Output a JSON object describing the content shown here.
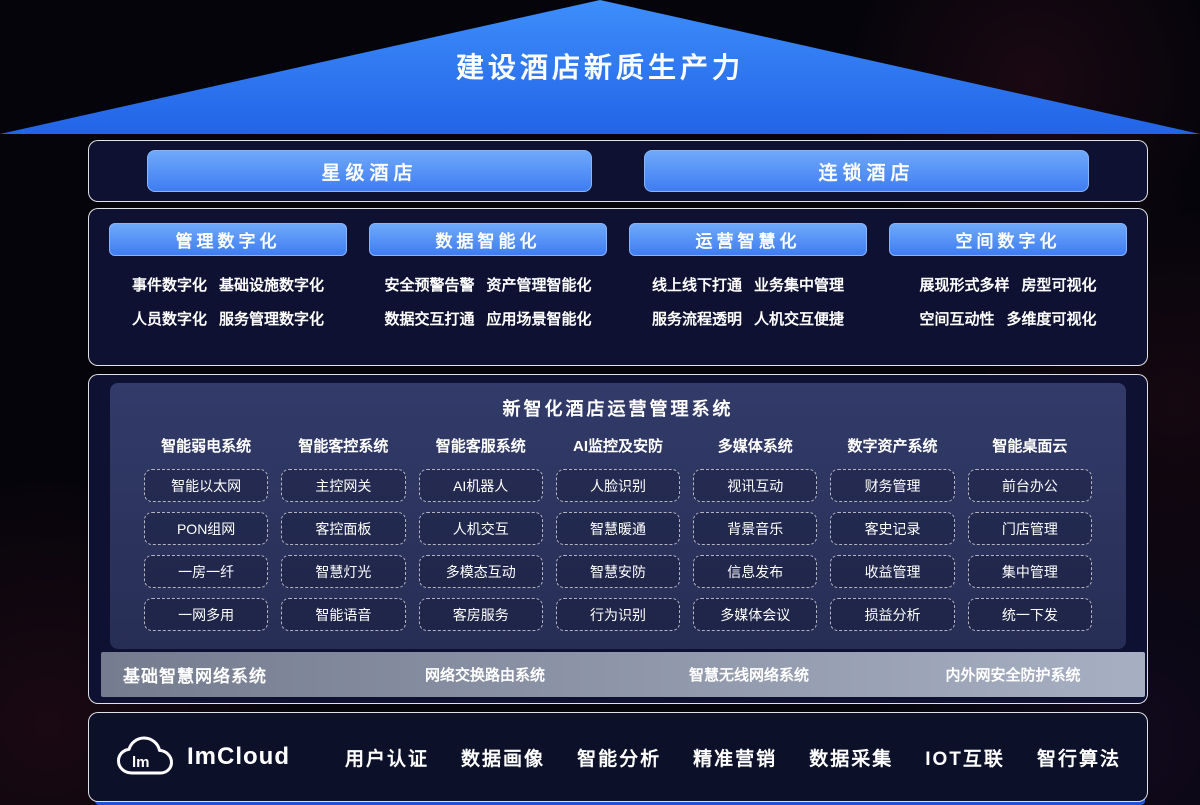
{
  "roof": {
    "title": "建设酒店新质生产力"
  },
  "hotel_types": [
    {
      "label": "星级酒店"
    },
    {
      "label": "连锁酒店"
    }
  ],
  "categories": [
    {
      "label": "管理数字化",
      "rows": [
        [
          "事件数字化",
          "基础设施数字化"
        ],
        [
          "人员数字化",
          "服务管理数字化"
        ]
      ]
    },
    {
      "label": "数据智能化",
      "rows": [
        [
          "安全预警告警",
          "资产管理智能化"
        ],
        [
          "数据交互打通",
          "应用场景智能化"
        ]
      ]
    },
    {
      "label": "运营智慧化",
      "rows": [
        [
          "线上线下打通",
          "业务集中管理"
        ],
        [
          "服务流程透明",
          "人机交互便捷"
        ]
      ]
    },
    {
      "label": "空间数字化",
      "rows": [
        [
          "展现形式多样",
          "房型可视化"
        ],
        [
          "空间互动性",
          "多维度可视化"
        ]
      ]
    }
  ],
  "systems": {
    "title": "新智化酒店运营管理系统",
    "columns": [
      {
        "header": "智能弱电系统",
        "items": [
          "智能以太网",
          "PON组网",
          "一房一纤",
          "一网多用"
        ]
      },
      {
        "header": "智能客控系统",
        "items": [
          "主控网关",
          "客控面板",
          "智慧灯光",
          "智能语音"
        ]
      },
      {
        "header": "智能客服系统",
        "items": [
          "AI机器人",
          "人机交互",
          "多模态互动",
          "客房服务"
        ]
      },
      {
        "header": "AI监控及安防",
        "items": [
          "人脸识别",
          "智慧暖通",
          "智慧安防",
          "行为识别"
        ]
      },
      {
        "header": "多媒体系统",
        "items": [
          "视讯互动",
          "背景音乐",
          "信息发布",
          "多媒体会议"
        ]
      },
      {
        "header": "数字资产系统",
        "items": [
          "财务管理",
          "客史记录",
          "收益管理",
          "损益分析"
        ]
      },
      {
        "header": "智能桌面云",
        "items": [
          "前台办公",
          "门店管理",
          "集中管理",
          "统一下发"
        ]
      }
    ]
  },
  "network": {
    "title": "基础智慧网络系统",
    "items": [
      "网络交换路由系统",
      "智慧无线网络系统",
      "内外网安全防护系统"
    ]
  },
  "footer": {
    "brand": "ImCloud",
    "logo_text": "lm",
    "items": [
      "用户认证",
      "数据画像",
      "智能分析",
      "精准营销",
      "数据采集",
      "IOT互联",
      "智行算法"
    ]
  },
  "colors": {
    "roof_blue": "#2e7cf6",
    "button_blue": "#4a8cf5",
    "panel_navy": "#0e1132",
    "inner_panel": "#2c3460",
    "band_gray": "#8d94a8"
  }
}
